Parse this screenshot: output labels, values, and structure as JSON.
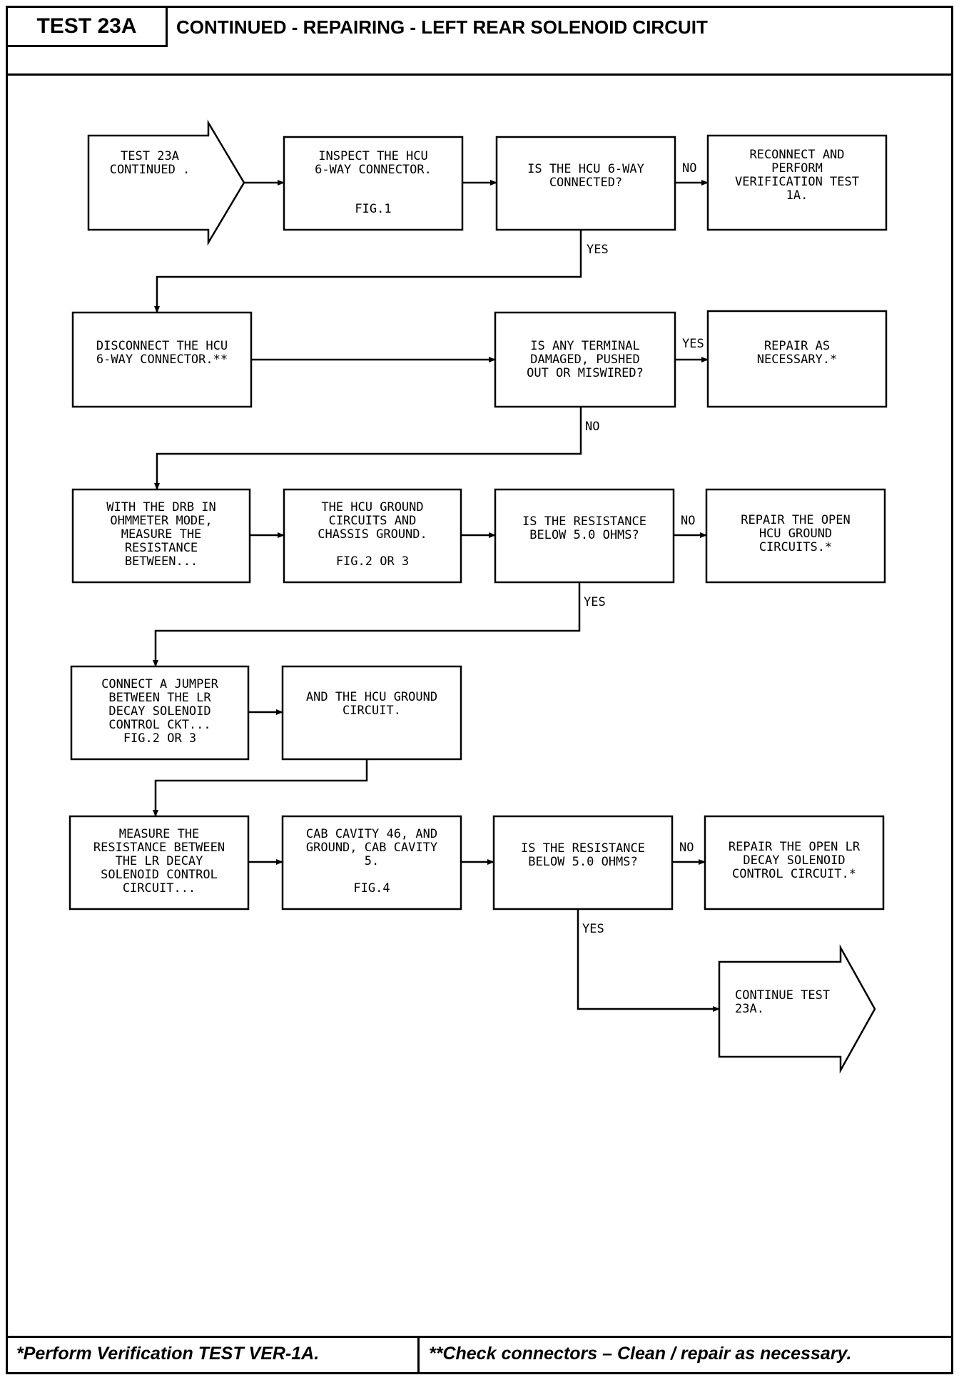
{
  "header": {
    "test_id": "TEST 23A",
    "title": "CONTINUED - REPAIRING - LEFT REAR SOLENOID CIRCUIT"
  },
  "footer": {
    "left": "*Perform Verification TEST VER-1A.",
    "right": "**Check connectors – Clean / repair as necessary."
  },
  "nodes": {
    "start": "TEST 23A\nCONTINUED .",
    "inspect": "INSPECT THE HCU\n6-WAY CONNECTOR.",
    "inspect_fig": "FIG.1",
    "q_connected": "IS THE HCU 6-WAY\nCONNECTED?",
    "reconnect": "RECONNECT AND\nPERFORM\nVERIFICATION TEST\n1A.",
    "disconnect": "DISCONNECT THE HCU\n6-WAY CONNECTOR.**",
    "q_terminal": "IS ANY TERMINAL\nDAMAGED, PUSHED\nOUT OR MISWIRED?",
    "repair_nec": "REPAIR AS\nNECESSARY.*",
    "with_drb": "WITH THE DRB IN\nOHMMETER MODE,\nMEASURE THE\nRESISTANCE\nBETWEEN...",
    "hcu_ground": "THE HCU GROUND\nCIRCUITS AND\nCHASSIS GROUND.",
    "hcu_ground_fig": "FIG.2 OR 3",
    "q_res1": "IS THE RESISTANCE\nBELOW 5.0 OHMS?",
    "repair_open_hcu": "REPAIR THE OPEN\nHCU GROUND\nCIRCUITS.*",
    "jumper": "CONNECT A JUMPER\nBETWEEN THE LR\nDECAY SOLENOID\nCONTROL CKT...\nFIG.2 OR 3",
    "and_hcu": "AND THE HCU GROUND\nCIRCUIT.",
    "measure": "MEASURE THE\nRESISTANCE BETWEEN\nTHE LR DECAY\nSOLENOID CONTROL\nCIRCUIT...",
    "cab_cavity": "CAB CAVITY 46, AND\nGROUND, CAB CAVITY\n5.",
    "cab_fig": "FIG.4",
    "q_res2": "IS THE RESISTANCE\nBELOW 5.0 OHMS?",
    "repair_open_lr": "REPAIR THE OPEN LR\nDECAY SOLENOID\nCONTROL CIRCUIT.*",
    "continue": "CONTINUE TEST\n23A."
  },
  "edge_labels": {
    "no1": "NO",
    "yes1": "YES",
    "yes2": "YES",
    "no2": "NO",
    "no3": "NO",
    "yes3": "YES",
    "no4": "NO",
    "yes4": "YES"
  }
}
